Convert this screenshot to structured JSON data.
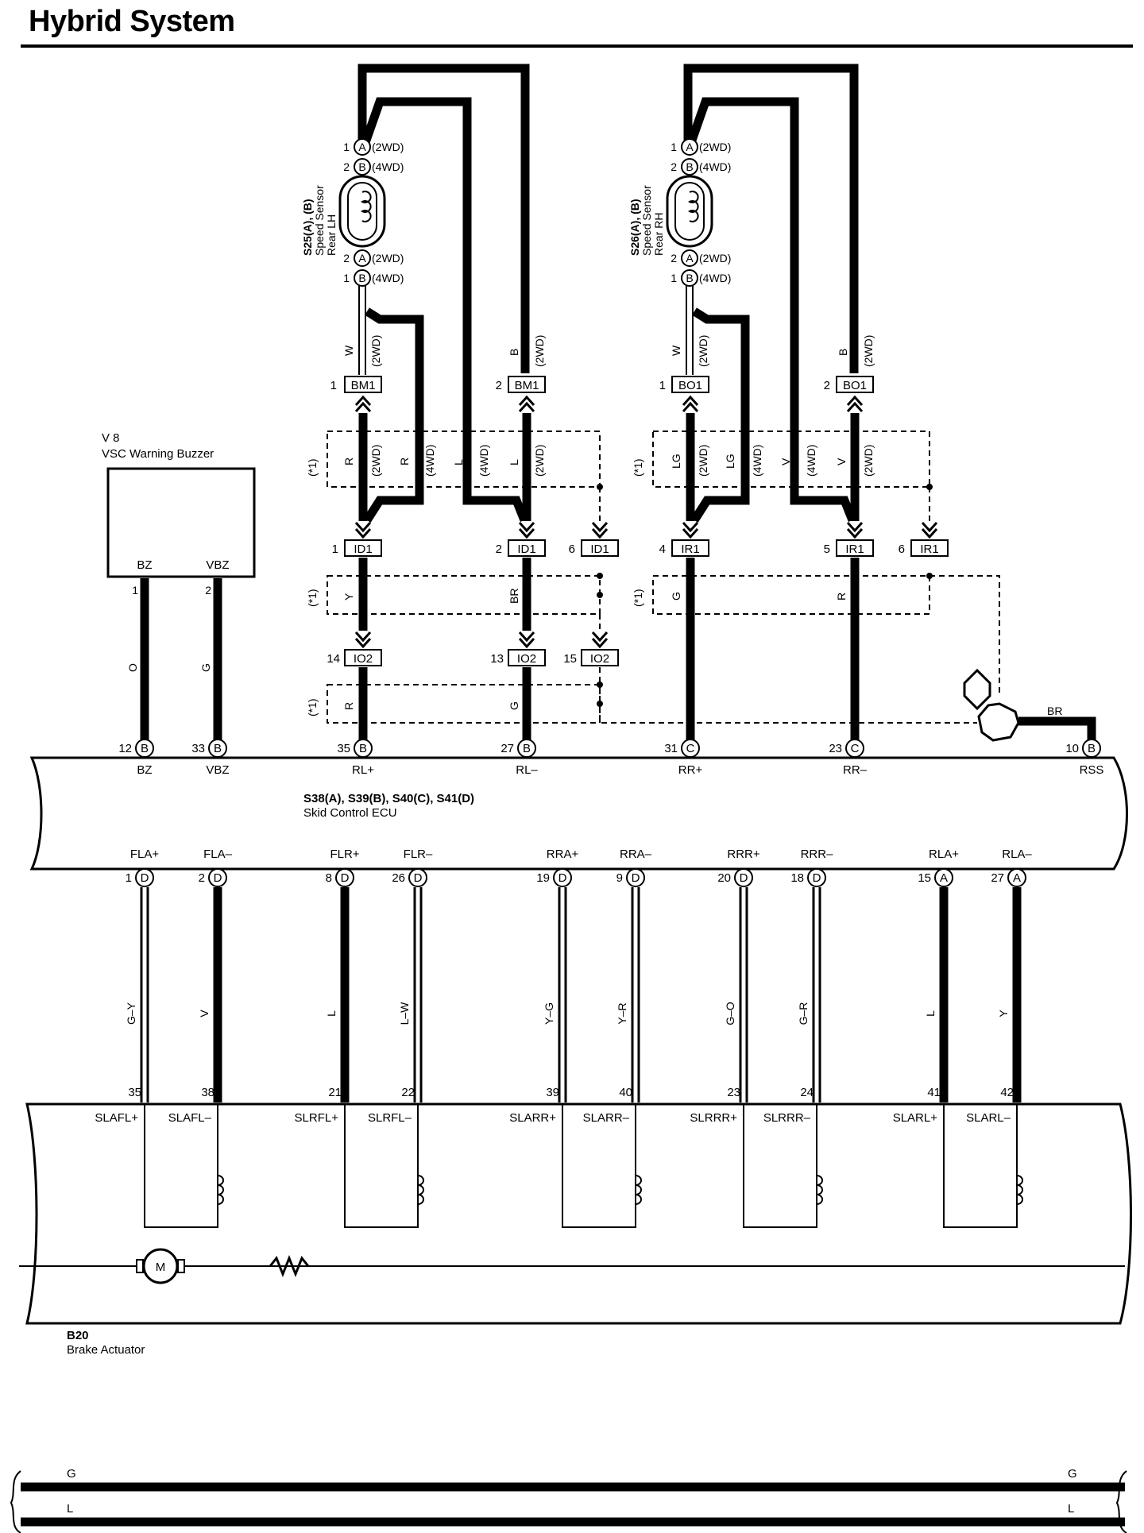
{
  "title": "Hybrid System",
  "components": {
    "buzzer": {
      "id": "V 8",
      "name": "VSC Warning Buzzer",
      "pins": [
        "BZ",
        "VBZ"
      ]
    },
    "sensor_lh": {
      "id": "S25(A), (B)",
      "name1": "Speed Sensor",
      "name2": "Rear LH"
    },
    "sensor_rh": {
      "id": "S26(A), (B)",
      "name1": "Speed Sensor",
      "name2": "Rear RH"
    },
    "ecu": {
      "id": "S38(A), S39(B), S40(C), S41(D)",
      "name": "Skid Control ECU"
    },
    "actuator": {
      "id": "B20",
      "name": "Brake Actuator",
      "motor": "M"
    }
  },
  "sensor_pins": [
    {
      "num": "1",
      "letter": "A",
      "note": "(2WD)"
    },
    {
      "num": "2",
      "letter": "B",
      "note": "(4WD)"
    },
    {
      "num": "2",
      "letter": "A",
      "note": "(2WD)"
    },
    {
      "num": "1",
      "letter": "B",
      "note": "(4WD)"
    }
  ],
  "connectors": {
    "bm1_1": {
      "pin": "1",
      "name": "BM1"
    },
    "bm1_2": {
      "pin": "2",
      "name": "BM1"
    },
    "bo1_1": {
      "pin": "1",
      "name": "BO1"
    },
    "bo1_2": {
      "pin": "2",
      "name": "BO1"
    },
    "id1_1": {
      "pin": "1",
      "name": "ID1"
    },
    "id1_2": {
      "pin": "2",
      "name": "ID1"
    },
    "id1_6": {
      "pin": "6",
      "name": "ID1"
    },
    "ir1_4": {
      "pin": "4",
      "name": "IR1"
    },
    "ir1_5": {
      "pin": "5",
      "name": "IR1"
    },
    "ir1_6": {
      "pin": "6",
      "name": "IR1"
    },
    "io2_14": {
      "pin": "14",
      "name": "IO2"
    },
    "io2_13": {
      "pin": "13",
      "name": "IO2"
    },
    "io2_15": {
      "pin": "15",
      "name": "IO2"
    }
  },
  "note_star": "(*1)",
  "wire_colors": {
    "sensor_lh_w": "W",
    "sensor_lh_b": "B",
    "sensor_rh_w": "W",
    "sensor_rh_b": "B",
    "two_wd": "(2WD)",
    "four_wd": "(4WD)",
    "lh_r1": "R",
    "lh_r2": "R",
    "lh_l1": "L",
    "lh_l2": "L",
    "rh_lg1": "LG",
    "rh_lg2": "LG",
    "rh_v1": "V",
    "rh_v2": "V",
    "lh_y": "Y",
    "lh_br": "BR",
    "rh_g": "G",
    "rh_r": "R",
    "lh_r3": "R",
    "lh_g": "G",
    "buzzer_o": "O",
    "buzzer_g": "G",
    "rss_br": "BR"
  },
  "ecu_top_pins": [
    {
      "num": "12",
      "letter": "B",
      "label": "BZ"
    },
    {
      "num": "33",
      "letter": "B",
      "label": "VBZ"
    },
    {
      "num": "35",
      "letter": "B",
      "label": "RL+"
    },
    {
      "num": "27",
      "letter": "B",
      "label": "RL–"
    },
    {
      "num": "31",
      "letter": "C",
      "label": "RR+"
    },
    {
      "num": "23",
      "letter": "C",
      "label": "RR–"
    },
    {
      "num": "10",
      "letter": "B",
      "label": "RSS"
    }
  ],
  "buzzer_pins": [
    {
      "num": "1"
    },
    {
      "num": "2"
    }
  ],
  "ecu_bottom_pins": [
    {
      "label": "FLA+",
      "num": "1",
      "letter": "D",
      "wire": "G–Y",
      "act_num": "35",
      "act_label": "SLAFL+"
    },
    {
      "label": "FLA–",
      "num": "2",
      "letter": "D",
      "wire": "V",
      "act_num": "38",
      "act_label": "SLAFL–"
    },
    {
      "label": "FLR+",
      "num": "8",
      "letter": "D",
      "wire": "L",
      "act_num": "21",
      "act_label": "SLRFL+"
    },
    {
      "label": "FLR–",
      "num": "26",
      "letter": "D",
      "wire": "L–W",
      "act_num": "22",
      "act_label": "SLRFL–"
    },
    {
      "label": "RRA+",
      "num": "19",
      "letter": "D",
      "wire": "Y–G",
      "act_num": "39",
      "act_label": "SLARR+"
    },
    {
      "label": "RRA–",
      "num": "9",
      "letter": "D",
      "wire": "Y–R",
      "act_num": "40",
      "act_label": "SLARR–"
    },
    {
      "label": "RRR+",
      "num": "20",
      "letter": "D",
      "wire": "G–O",
      "act_num": "23",
      "act_label": "SLRRR+"
    },
    {
      "label": "RRR–",
      "num": "18",
      "letter": "D",
      "wire": "G–R",
      "act_num": "24",
      "act_label": "SLRRR–"
    },
    {
      "label": "RLA+",
      "num": "15",
      "letter": "A",
      "wire": "L",
      "act_num": "41",
      "act_label": "SLARL+"
    },
    {
      "label": "RLA–",
      "num": "27",
      "letter": "A",
      "wire": "Y",
      "act_num": "42",
      "act_label": "SLARL–"
    }
  ],
  "bus_lines": [
    {
      "label_left": "G",
      "label_right": "G"
    },
    {
      "label_left": "L",
      "label_right": "L"
    }
  ]
}
